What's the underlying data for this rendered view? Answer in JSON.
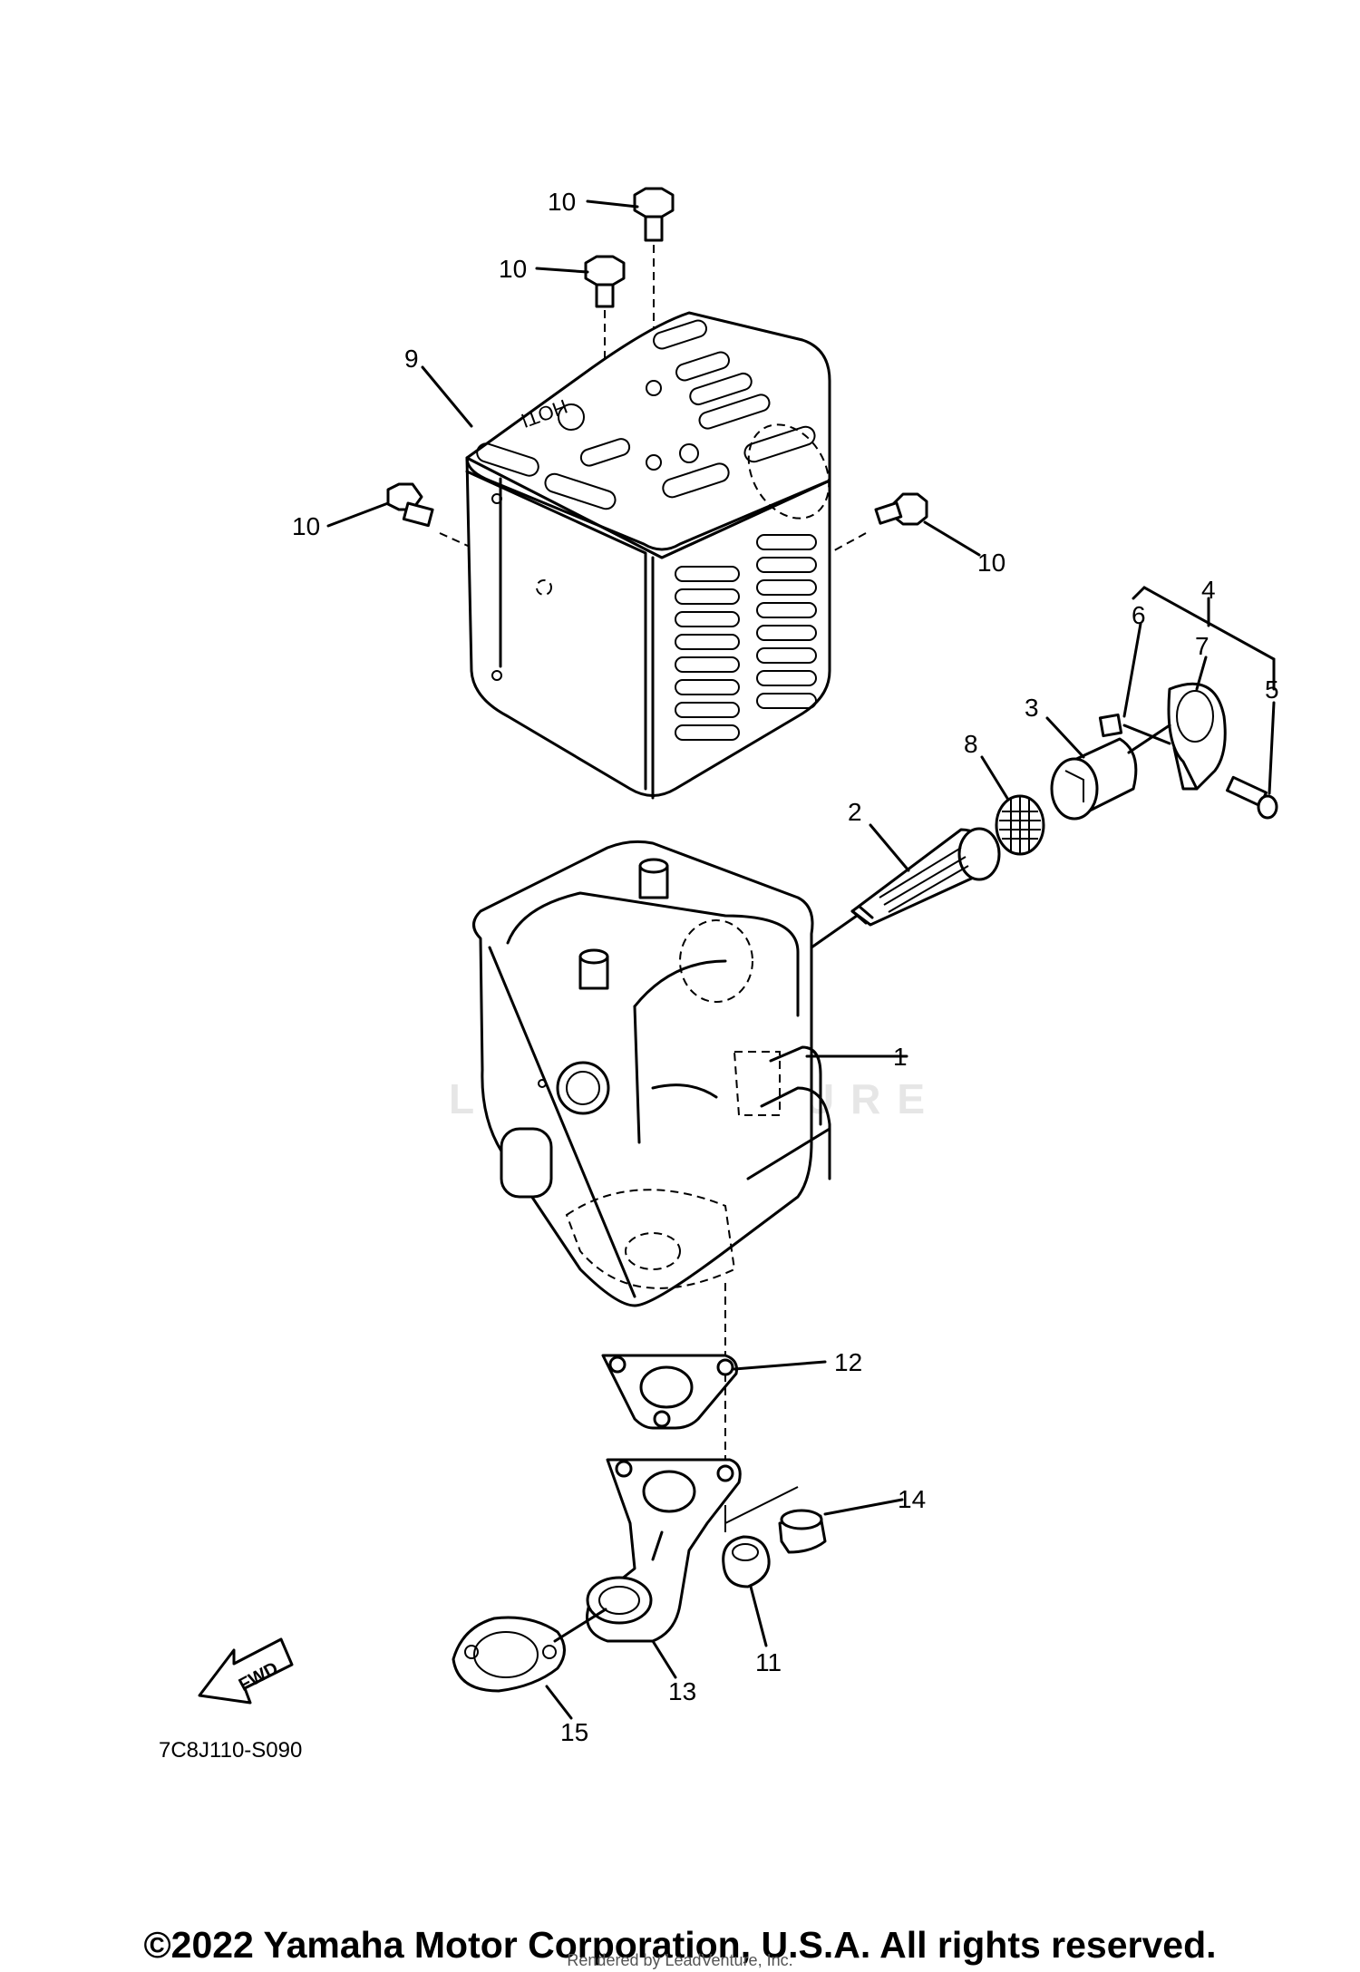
{
  "diagram": {
    "code": "7C8J110-S090",
    "fwd_label": "FWD",
    "watermark": "LEADVENTURE",
    "hot_label": "HOT!",
    "callouts": [
      {
        "id": "c10a",
        "label": "10"
      },
      {
        "id": "c10b",
        "label": "10"
      },
      {
        "id": "c9",
        "label": "9"
      },
      {
        "id": "c10c",
        "label": "10"
      },
      {
        "id": "c10d",
        "label": "10"
      },
      {
        "id": "c4",
        "label": "4"
      },
      {
        "id": "c6",
        "label": "6"
      },
      {
        "id": "c7",
        "label": "7"
      },
      {
        "id": "c5",
        "label": "5"
      },
      {
        "id": "c3",
        "label": "3"
      },
      {
        "id": "c8",
        "label": "8"
      },
      {
        "id": "c2",
        "label": "2"
      },
      {
        "id": "c1",
        "label": "1"
      },
      {
        "id": "c12",
        "label": "12"
      },
      {
        "id": "c14",
        "label": "14"
      },
      {
        "id": "c11",
        "label": "11"
      },
      {
        "id": "c13",
        "label": "13"
      },
      {
        "id": "c15",
        "label": "15"
      }
    ]
  },
  "footer": {
    "copyright": "©2022 Yamaha Motor Corporation, U.S.A. All rights reserved.",
    "rendered_by": "Rendered by LeadVenture, Inc."
  }
}
